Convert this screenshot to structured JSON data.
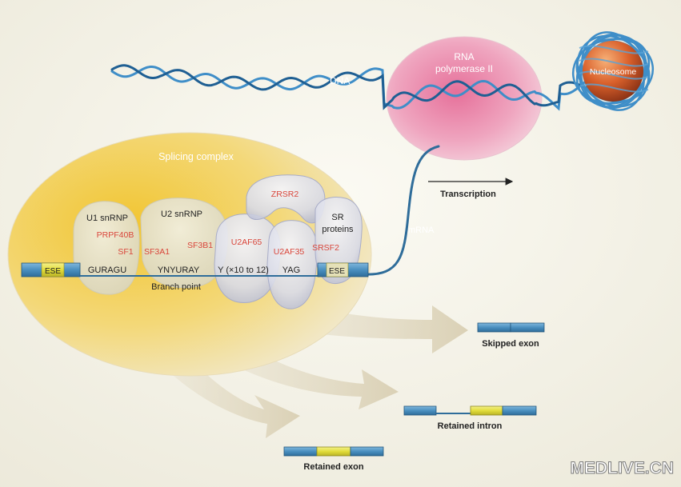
{
  "labels": {
    "dna": "DNA",
    "rna_polymerase_line1": "RNA",
    "rna_polymerase_line2": "polymerase II",
    "nucleosome": "Nucleosome",
    "transcription": "Transcription",
    "mrna": "mRNA",
    "splicing_complex": "Splicing complex",
    "u1_snrnp": "U1 snRNP",
    "u2_snrnp": "U2 snRNP",
    "sr_proteins_line1": "SR",
    "sr_proteins_line2": "proteins",
    "prpf40b": "PRPF40B",
    "sf1": "SF1",
    "sf3a1": "SF3A1",
    "sf3b1": "SF3B1",
    "u2af65": "U2AF65",
    "u2af35": "U2AF35",
    "zrsr2": "ZRSR2",
    "srsf2": "SRSF2",
    "ese_left": "ESE",
    "ese_right": "ESE",
    "guragu": "GURAGU",
    "ynyuray": "YNYURAY",
    "y_repeat": "Y (×10 to 12)",
    "yag": "YAG",
    "branch_point": "Branch point",
    "skipped_exon": "Skipped exon",
    "retained_intron": "Retained intron",
    "retained_exon": "Retained exon",
    "watermark": "MEDLIVE.CN"
  },
  "colors": {
    "background": "#f3f1e6",
    "exon_blue": "#4a8fbf",
    "exon_yellow": "#e5e14a",
    "factor_red": "#d9463b",
    "splicing_gold": "#f1c22a",
    "polymerase_pink": "#e88aa8",
    "nucleosome_orange": "#d8622a",
    "dna_blue": "#3f8ec8"
  }
}
